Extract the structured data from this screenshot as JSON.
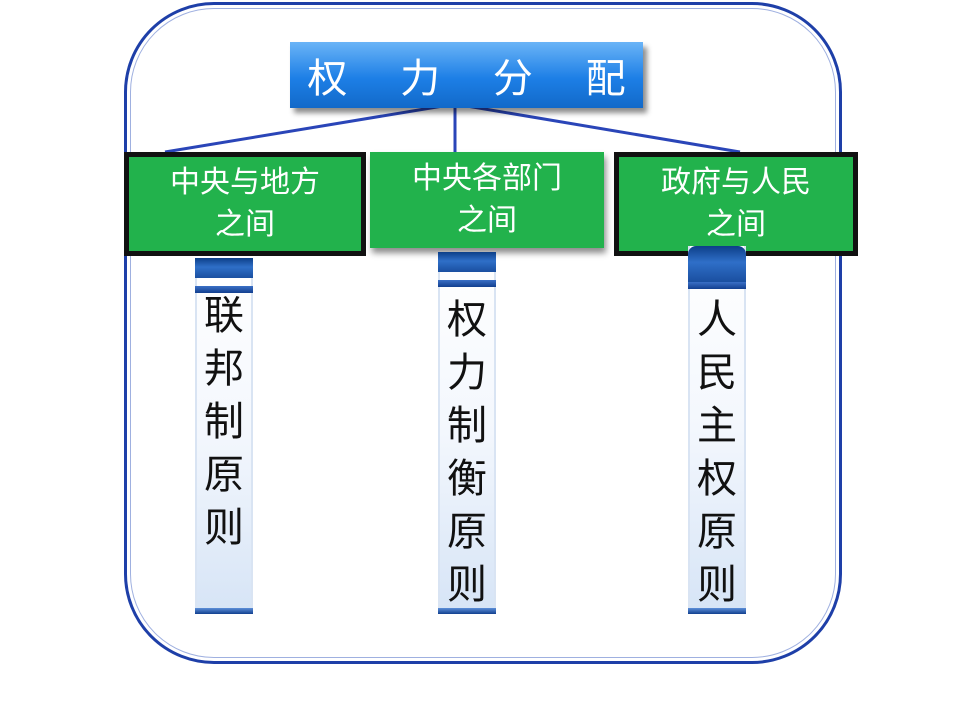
{
  "diagram": {
    "title": "权 力 分 配",
    "branches": [
      {
        "label": "中央与地方\n之间",
        "principle": "联\n邦\n制\n原\n则"
      },
      {
        "label": "中央各部门\n之间",
        "principle": "权\n力\n制\n衡\n原\n则"
      },
      {
        "label": "政府与人民\n之间",
        "principle": "人\n民\n主\n权\n原\n则"
      }
    ],
    "colors": {
      "title_fill": "#1d7fe6",
      "branch_fill": "#22b24c",
      "frame_stroke": "#1e3fa8",
      "connector": "#2a45b8"
    }
  }
}
